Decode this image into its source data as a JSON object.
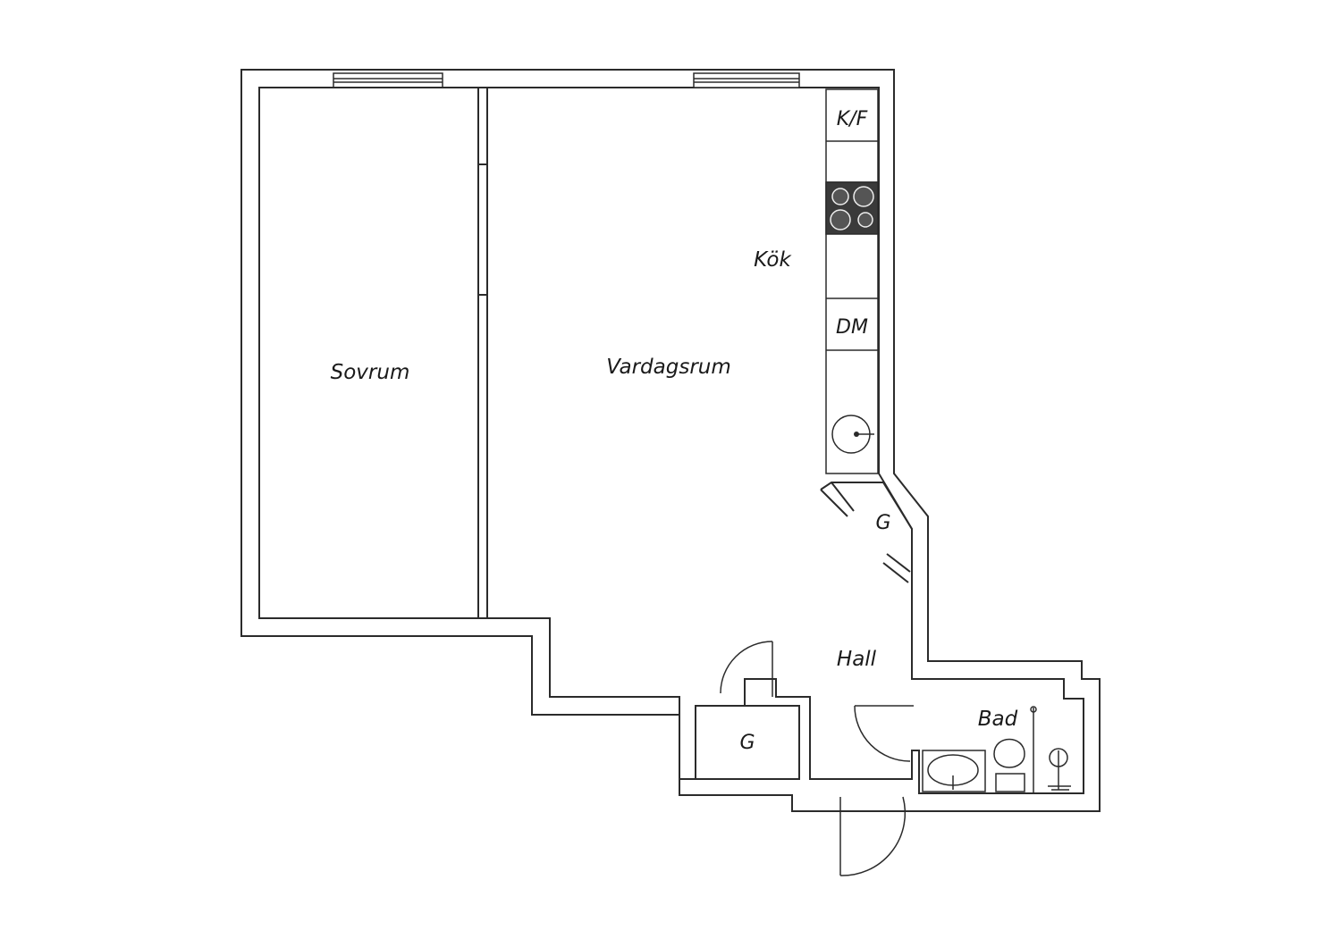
{
  "rooms": {
    "sovrum": "Sovrum",
    "vardagsrum": "Vardagsrum",
    "kok": "Kök",
    "hall": "Hall",
    "bad": "Bad",
    "garderob_closet": "G",
    "garderob_hall": "G"
  },
  "appliances": {
    "fridge_freezer": "K/F",
    "dishwasher": "DM"
  }
}
